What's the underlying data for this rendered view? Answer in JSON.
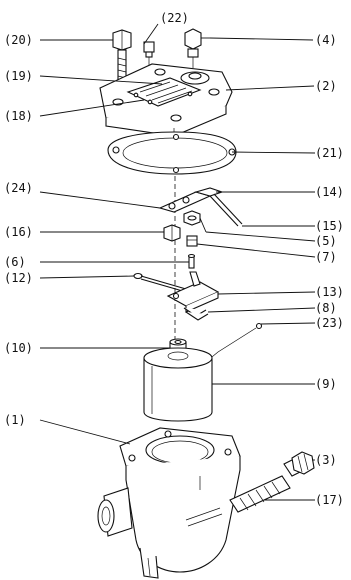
{
  "labels": [
    {
      "id": "20",
      "text": "(20)"
    },
    {
      "id": "22",
      "text": "(22)"
    },
    {
      "id": "4",
      "text": "(4)"
    },
    {
      "id": "19",
      "text": "(19)"
    },
    {
      "id": "2",
      "text": "(2)"
    },
    {
      "id": "18",
      "text": "(18)"
    },
    {
      "id": "21",
      "text": "(21)"
    },
    {
      "id": "24",
      "text": "(24)"
    },
    {
      "id": "14",
      "text": "(14)"
    },
    {
      "id": "16",
      "text": "(16)"
    },
    {
      "id": "15",
      "text": "(15)"
    },
    {
      "id": "5",
      "text": "(5)"
    },
    {
      "id": "7",
      "text": "(7)"
    },
    {
      "id": "6",
      "text": "(6)"
    },
    {
      "id": "12",
      "text": "(12)"
    },
    {
      "id": "13",
      "text": "(13)"
    },
    {
      "id": "8",
      "text": "(8)"
    },
    {
      "id": "23",
      "text": "(23)"
    },
    {
      "id": "10",
      "text": "(10)"
    },
    {
      "id": "9",
      "text": "(9)"
    },
    {
      "id": "1",
      "text": "(1)"
    },
    {
      "id": "3",
      "text": "(3)"
    },
    {
      "id": "17",
      "text": "(17)"
    }
  ]
}
